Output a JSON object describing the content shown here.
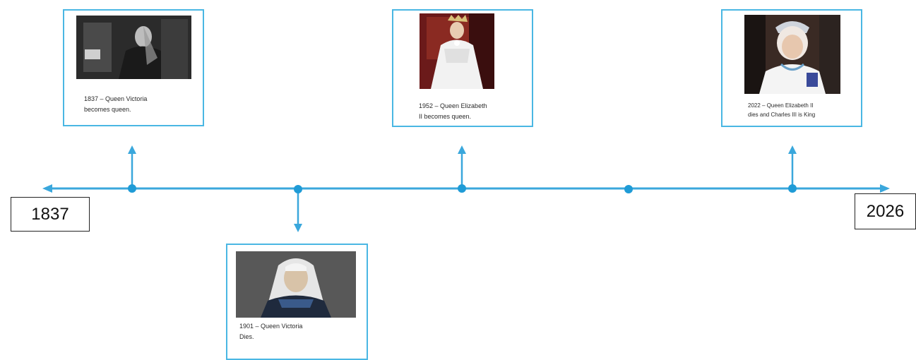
{
  "timeline": {
    "start_label": "1837",
    "end_label": "2026",
    "line_color": "#3aa7dc",
    "card_border_color": "#4ab7e3"
  },
  "events": [
    {
      "caption_line1": "1837 – Queen Victoria",
      "caption_line2": "becomes queen.",
      "image": "queen-victoria-seated-photo",
      "position": "above"
    },
    {
      "caption_line1": "1901 – Queen Victoria",
      "caption_line2": "Dies.",
      "image": "queen-victoria-portrait-photo",
      "position": "below"
    },
    {
      "caption_line1": "1952 – Queen Elizabeth",
      "caption_line2": "II becomes queen.",
      "image": "queen-elizabeth-coronation-photo",
      "position": "above"
    },
    {
      "caption_line1": "2022 – Queen Elizabeth II",
      "caption_line2": "dies and Charles III is King",
      "image": "queen-elizabeth-elderly-photo",
      "position": "above"
    }
  ]
}
